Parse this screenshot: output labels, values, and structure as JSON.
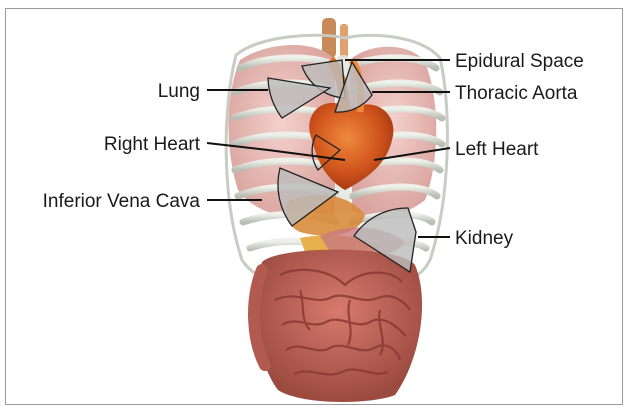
{
  "labels": {
    "lung": "Lung",
    "right_heart": "Right Heart",
    "inferior_vena_cava": "Inferior Vena Cava",
    "epidural_space": "Epidural Space",
    "thoracic_aorta": "Thoracic Aorta",
    "left_heart": "Left Heart",
    "kidney": "Kidney"
  },
  "colors": {
    "frame_border": "#9a9a9a",
    "leader_line": "#111111",
    "probe_fill": "#bcbcbc",
    "lung_tissue": "#e8b9b4",
    "heart": "#d2691e",
    "intestine": "#b85c52",
    "rib": "#d9dcd5"
  }
}
